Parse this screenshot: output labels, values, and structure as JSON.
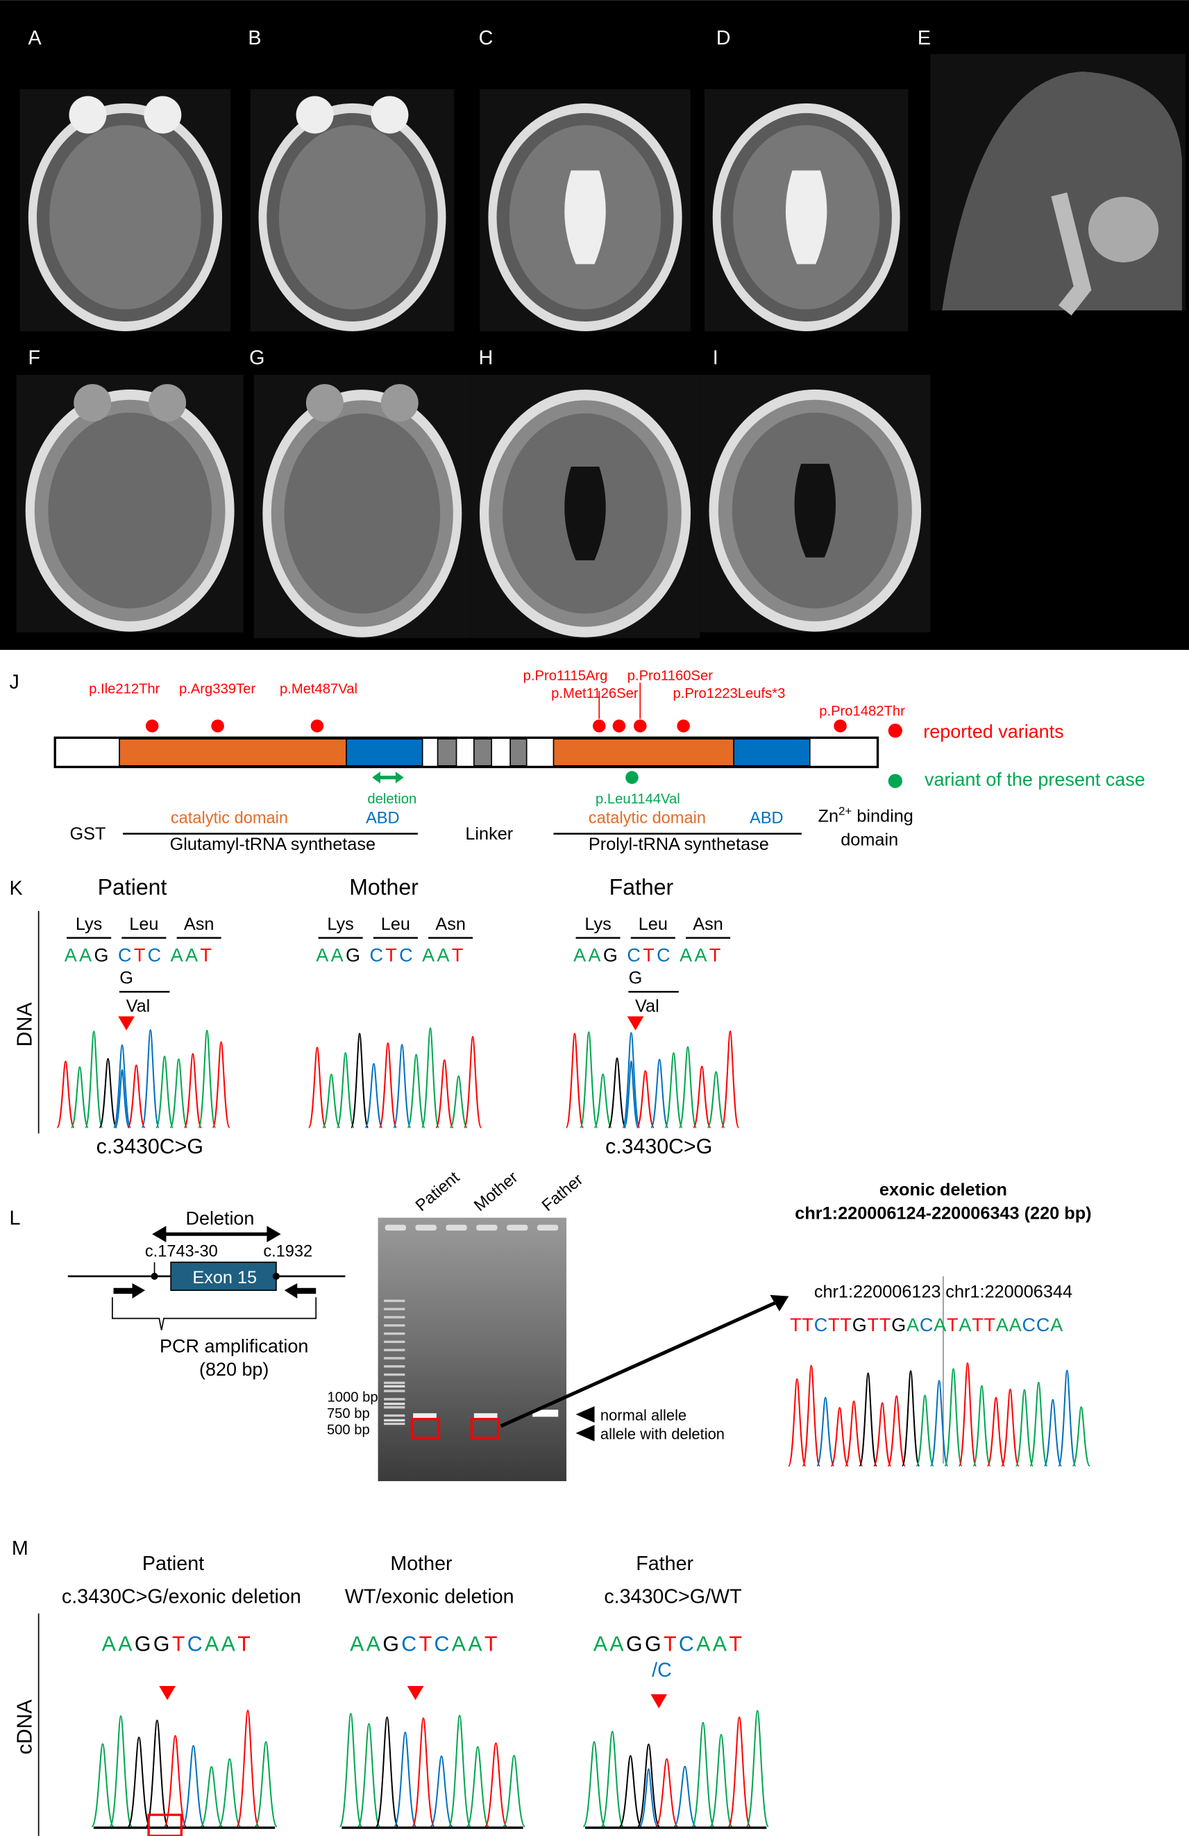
{
  "mri_panels": [
    "A",
    "B",
    "C",
    "D",
    "E",
    "F",
    "G",
    "H",
    "I"
  ],
  "panel_labels": {
    "J": "J",
    "K": "K",
    "L": "L",
    "M": "M"
  },
  "J": {
    "variants": [
      "p.Ile212Thr",
      "p.Arg339Ter",
      "p.Met487Val",
      "p.Pro1115Arg",
      "p.Pro1160Ser",
      "p.Met1126Ser",
      "p.Pro1223Leufs*3",
      "p.Pro1482Thr"
    ],
    "legend_reported": "reported variants",
    "legend_present": "variant of the present case",
    "deletion": "deletion",
    "present_variant": "p.Leu1144Val",
    "catalytic": "catalytic domain",
    "abd": "ABD",
    "gst": "GST",
    "glu": "Glutamyl-tRNA synthetase",
    "linker": "Linker",
    "pro": "Prolyl-tRNA synthetase",
    "zn": "Zn",
    "zn_sup": "2+",
    "zn_binding": " binding",
    "domain": "domain",
    "colors": {
      "variant": "#ff0000",
      "present": "#00a650",
      "catalytic": "#e46c25",
      "abd": "#0070c0",
      "linker": "#808080"
    }
  },
  "K": {
    "axis_label": "DNA",
    "codons": [
      "Lys",
      "Leu",
      "Asn"
    ],
    "alt_codon": "Val",
    "alt_base": "G",
    "mutation": "c.3430C>G",
    "samples": [
      {
        "name": "Patient",
        "seq": "AAGCTCAAT",
        "het": true
      },
      {
        "name": "Mother",
        "seq": "AAGCTCAAT",
        "het": false
      },
      {
        "name": "Father",
        "seq": "AAGCTCAAT",
        "het": true
      }
    ]
  },
  "L": {
    "deletion": "Deletion",
    "left_bp": "c.1743-30",
    "right_bp": "c.1932",
    "exon": "Exon 15",
    "pcr": "PCR amplification",
    "pcr_size": "(820 bp)",
    "lanes": [
      "Patient",
      "Mother",
      "Father"
    ],
    "ladder": [
      "1000 bp",
      "750 bp",
      "500 bp"
    ],
    "normal_allele": "normal allele",
    "deleted_allele": "allele with deletion",
    "title1": "exonic deletion",
    "title2": "chr1:220006124-220006343 (220 bp)",
    "left_coord": "chr1:220006123",
    "right_coord": "chr1:220006344",
    "junction_seq": "TTCTTGTTGACATATTAACCA"
  },
  "M": {
    "axis_label": "cDNA",
    "samples": [
      {
        "name": "Patient",
        "genotype": "c.3430C>G/exonic deletion",
        "seq": "AAGGTCAAT"
      },
      {
        "name": "Mother",
        "genotype": "WT/exonic deletion",
        "seq": "AAGCTCAAT"
      },
      {
        "name": "Father",
        "genotype": "c.3430C>G/WT",
        "seq": "AAGGTCAAT",
        "alt": "/C"
      }
    ]
  },
  "base_colors": {
    "A": "#00a650",
    "C": "#0070c0",
    "G": "#000000",
    "T": "#ff0000"
  }
}
